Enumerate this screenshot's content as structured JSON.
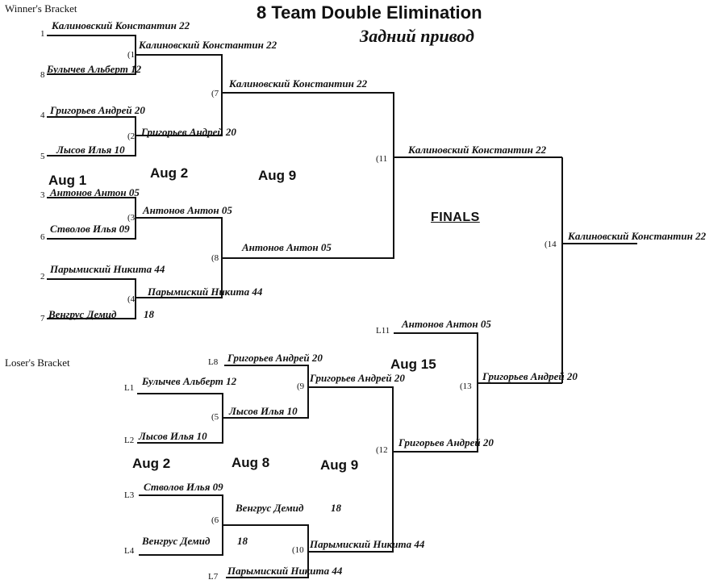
{
  "header": {
    "title": "8 Team Double Elimination",
    "subtitle": "Задний привод",
    "winners_label": "Winner's Bracket",
    "losers_label": "Loser's Bracket",
    "finals_label": "FINALS"
  },
  "dates": {
    "w_r1": "Aug 1",
    "w_r2": "Aug 2",
    "w_r3": "Aug 9",
    "l_r1": "Aug 2",
    "l_r2": "Aug 8",
    "l_r3": "Aug 9",
    "final": "Aug 15"
  },
  "seeds": {
    "s1": "1",
    "s8": "8",
    "s4": "4",
    "s5": "5",
    "s3": "3",
    "s6": "6",
    "s2": "2",
    "s7": "7"
  },
  "games": {
    "g1": "(1",
    "g2": "(2",
    "g3": "(3",
    "g4": "(4",
    "g5": "(5",
    "g6": "(6",
    "g7": "(7",
    "g8": "(8",
    "g9": "(9",
    "g10": "(10",
    "g11": "(11",
    "g12": "(12",
    "g13": "(13",
    "g14": "(14"
  },
  "loser_refs": {
    "l1": "L1",
    "l2": "L2",
    "l3": "L3",
    "l4": "L4",
    "l7": "L7",
    "l8": "L8",
    "l11": "L11"
  },
  "winners": {
    "r1": [
      "Калиновский Константин 22",
      "Булычев Альберт 12",
      "Григорьев Андрей 20",
      "Лысов Илья 10",
      "Антонов Антон 05",
      "Стволов Илья 09",
      "Парымиский Никита 44",
      "Венгрус Демид"
    ],
    "r1_extra_score": "18",
    "r2": [
      "Калиновский Константин 22",
      "Григорьев Андрей 20",
      "Антонов Антон 05",
      "Парымиский Никита 44"
    ],
    "r3": [
      "Калиновский Константин 22",
      "Антонов Антон 05"
    ],
    "r4": "Калиновский Константин 22",
    "champion": "Калиновский Константин 22"
  },
  "losers": {
    "r1": [
      "Булычев Альберт 12",
      "Лысов Илья 10",
      "Стволов Илья 09",
      "Венгрус Демид"
    ],
    "r1_extra_score": "18",
    "r1_winners": [
      "Лысов Илья 10",
      "Венгрус Демид"
    ],
    "r1_winner_extra_score": "18",
    "drop_l8": "Григорьев Андрей 20",
    "drop_l7": "Парымиский Никита 44",
    "r2_winners": [
      "Григорьев Андрей 20",
      "Парымиский Никита 44"
    ],
    "r3_winner": "Григорьев Андрей 20",
    "drop_l11": "Антонов Антон 05",
    "final_winner": "Григорьев Андрей 20"
  }
}
